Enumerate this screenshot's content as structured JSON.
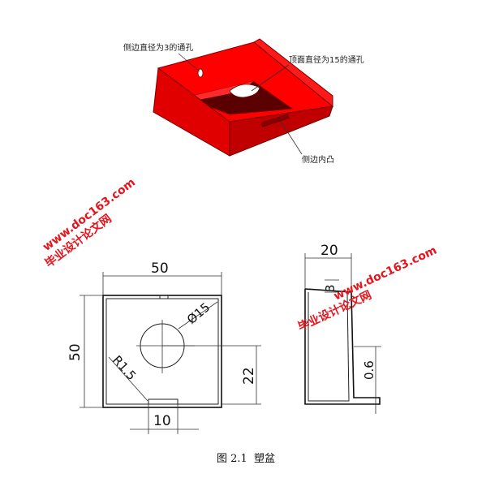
{
  "model_annotations": {
    "side_hole": "侧边直径为3的通孔",
    "top_hole": "顶面直径为15的通孔",
    "side_boss": "侧边内凸"
  },
  "drawing_dimensions": {
    "top_width": "50",
    "left_height": "50",
    "hole_diameter": "Ø15",
    "corner_radius": "R1.5",
    "hole_offset": "22",
    "bottom_width": "10",
    "side_width": "20",
    "side_height": "0.6",
    "side_small": "3"
  },
  "watermarks": [
    {
      "line1": "毕业设计论文网",
      "line2": "www.doc163.com"
    },
    {
      "line1": "毕业设计论文网",
      "line2": "www.doc163.com"
    }
  ],
  "caption": {
    "label": "图 2.1",
    "title": "塑盆"
  },
  "colors": {
    "model_red": "#ff0000",
    "model_dark": "#b00000",
    "inner_dark": "#5a0000",
    "watermark": "#e8141c"
  }
}
